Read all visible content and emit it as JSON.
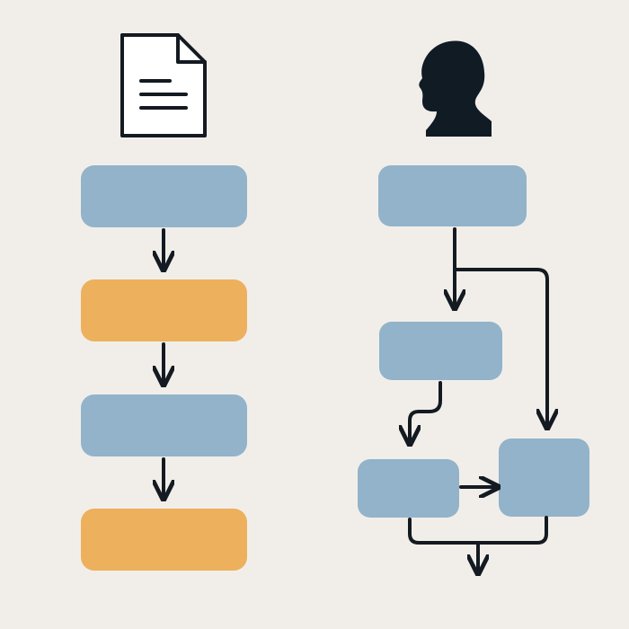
{
  "canvas": {
    "background": "#f1eeea"
  },
  "palette": {
    "blue_box": "#92b3c9",
    "orange_box": "#edb05c",
    "line": "#141a21",
    "icon_fill": "#111b24",
    "page_fill": "#ffffff"
  },
  "icons": {
    "left": "document-icon",
    "right": "person-head-icon"
  },
  "left_flow": {
    "boxes": [
      {
        "id": "left-box-1",
        "color": "blue"
      },
      {
        "id": "left-box-2",
        "color": "orange"
      },
      {
        "id": "left-box-3",
        "color": "blue"
      },
      {
        "id": "left-box-4",
        "color": "orange"
      }
    ]
  },
  "right_flow": {
    "boxes": [
      {
        "id": "right-box-top",
        "color": "blue"
      },
      {
        "id": "right-box-middle",
        "color": "blue"
      },
      {
        "id": "right-box-lower-left",
        "color": "blue"
      },
      {
        "id": "right-box-lower-right",
        "color": "blue"
      }
    ]
  }
}
